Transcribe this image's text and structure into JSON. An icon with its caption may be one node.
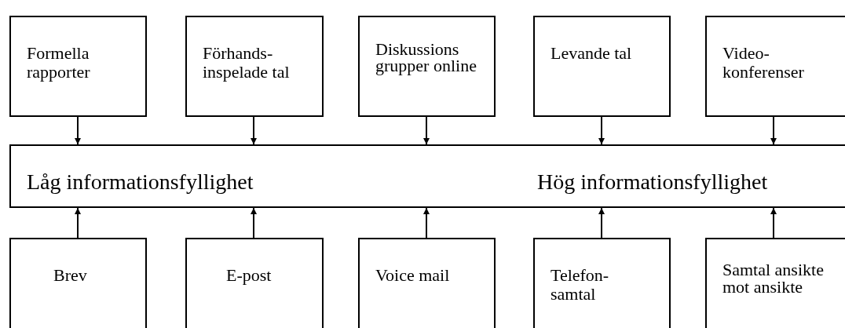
{
  "diagram": {
    "nodes": [
      {
        "text": [
          "Formella rapporter"
        ]
      },
      {
        "text": [
          "Förhands- inspelade tal"
        ]
      },
      {
        "text": [
          "Diskussions grupper online"
        ]
      },
      {
        "text": [
          "Levande tal"
        ]
      },
      {
        "text": [
          "Video- konferenser"
        ]
      },
      {
        "text": [
          "Låg informationsfyllighet",
          "Hög informationsfyllighet"
        ]
      },
      {
        "text": [
          "Brev"
        ]
      },
      {
        "text": [
          "E-post"
        ]
      },
      {
        "text": [
          "Voice mail"
        ]
      },
      {
        "text": [
          "Telefon- samtal"
        ]
      },
      {
        "text": [
          "Samtal ansikte mot ansikte"
        ]
      }
    ],
    "edges": [
      {
        "from": 0,
        "to": 5,
        "arrow": "to"
      },
      {
        "from": 1,
        "to": 5,
        "arrow": "to"
      },
      {
        "from": 2,
        "to": 5,
        "arrow": "to"
      },
      {
        "from": 3,
        "to": 5,
        "arrow": "to"
      },
      {
        "from": 4,
        "to": 5,
        "arrow": "to"
      },
      {
        "from": 6,
        "to": 5,
        "arrow": "to"
      },
      {
        "from": 7,
        "to": 5,
        "arrow": "to"
      },
      {
        "from": 8,
        "to": 5,
        "arrow": "to"
      },
      {
        "from": 9,
        "to": 5,
        "arrow": "to"
      },
      {
        "from": 10,
        "to": 5,
        "arrow": "to"
      }
    ]
  }
}
